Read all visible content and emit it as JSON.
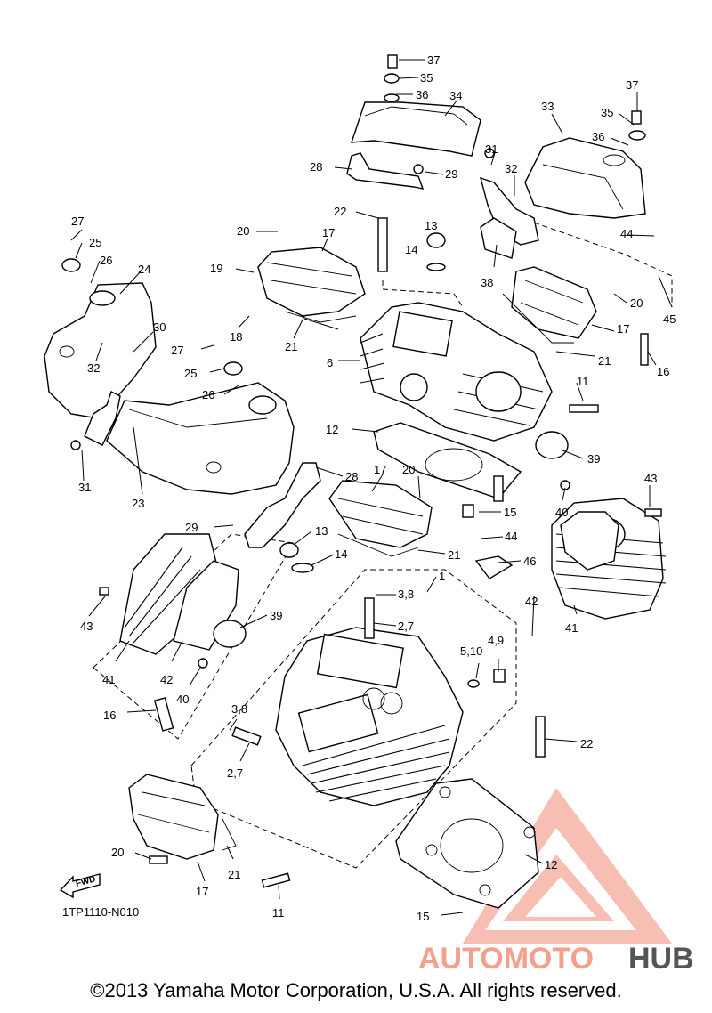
{
  "diagram": {
    "code": "1TP1110-N010",
    "fwd_label": "FWD",
    "copyright": "©2013 Yamaha Motor Corporation, U.S.A. All rights reserved.",
    "watermark": {
      "text_auto": "AUTOMOTO",
      "text_hub": "HUB",
      "color_accent": "#f3a08c",
      "color_hub": "#555555"
    },
    "callouts": [
      "37",
      "35",
      "36",
      "34",
      "33",
      "37",
      "35",
      "36",
      "28",
      "29",
      "31",
      "32",
      "22",
      "13",
      "14",
      "20",
      "17",
      "19",
      "18",
      "21",
      "27",
      "25",
      "26",
      "24",
      "30",
      "32",
      "6",
      "38",
      "44",
      "20",
      "17",
      "45",
      "21",
      "16",
      "27",
      "25",
      "26",
      "11",
      "12",
      "39",
      "31",
      "23",
      "28",
      "17",
      "20",
      "15",
      "43",
      "40",
      "29",
      "13",
      "14",
      "44",
      "46",
      "21",
      "43",
      "1",
      "3,8",
      "2,7",
      "39",
      "42",
      "41",
      "41",
      "42",
      "40",
      "4,9",
      "5,10",
      "16",
      "3,8",
      "2,7",
      "22",
      "20",
      "21",
      "17",
      "12",
      "11",
      "15"
    ]
  }
}
